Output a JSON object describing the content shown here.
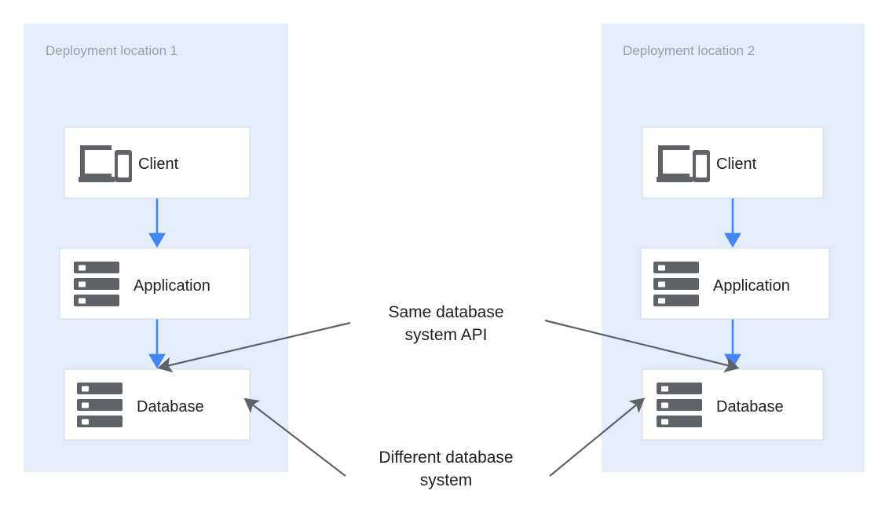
{
  "diagram": {
    "title_present": false,
    "background_color": "#ffffff",
    "zone_fill": "#e4eefb",
    "zone_title_color": "#9aa0a6",
    "node_fill": "#ffffff",
    "node_border_color": "#d8dce0",
    "node_label_color": "#202124",
    "flow_arrow_color": "#4285f4",
    "annotation_arrow_color": "#5f6368",
    "icon_color": "#5f6368"
  },
  "zones": [
    {
      "id": "deployment-location-1",
      "title": "Deployment location 1",
      "nodes": [
        {
          "id": "client-1",
          "label": "Client",
          "icon": "devices-icon"
        },
        {
          "id": "application-1",
          "label": "Application",
          "icon": "server-stack-icon"
        },
        {
          "id": "database-1",
          "label": "Database",
          "icon": "server-stack-icon"
        }
      ]
    },
    {
      "id": "deployment-location-2",
      "title": "Deployment location 2",
      "nodes": [
        {
          "id": "client-2",
          "label": "Client",
          "icon": "devices-icon"
        },
        {
          "id": "application-2",
          "label": "Application",
          "icon": "server-stack-icon"
        },
        {
          "id": "database-2",
          "label": "Database",
          "icon": "server-stack-icon"
        }
      ]
    }
  ],
  "flows": [
    {
      "id": "flow-client-1-to-application-1",
      "from": "client-1",
      "to": "application-1"
    },
    {
      "id": "flow-application-1-to-database-1",
      "from": "application-1",
      "to": "database-1"
    },
    {
      "id": "flow-client-2-to-application-2",
      "from": "client-2",
      "to": "application-2"
    },
    {
      "id": "flow-application-2-to-database-2",
      "from": "application-2",
      "to": "database-2"
    }
  ],
  "annotations": [
    {
      "id": "same-database-system-api",
      "line1": "Same database",
      "line2": "system API",
      "targets": [
        "database-1",
        "database-2"
      ]
    },
    {
      "id": "different-database-system",
      "line1": "Different database",
      "line2": "system",
      "targets": [
        "database-1",
        "database-2"
      ]
    }
  ]
}
